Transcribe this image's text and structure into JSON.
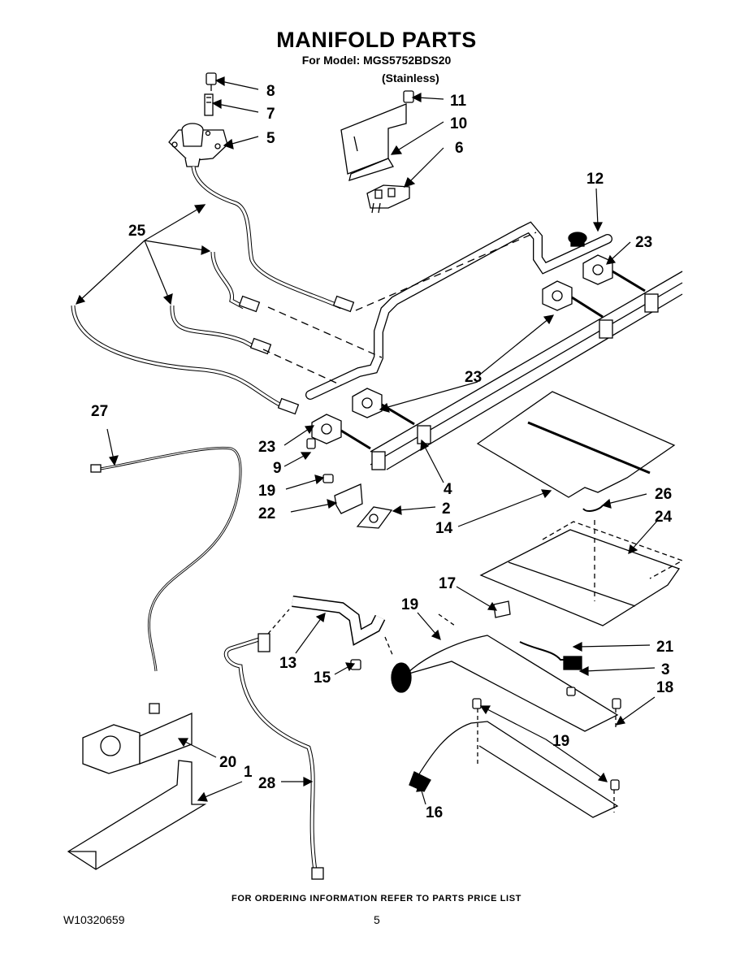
{
  "header": {
    "title": "MANIFOLD PARTS",
    "model_line": "For Model: MGS5752BDS20",
    "finish": "(Stainless)"
  },
  "footer": {
    "ordering_note": "FOR ORDERING INFORMATION REFER TO PARTS PRICE LIST",
    "document_number": "W10320659",
    "page_number": "5"
  },
  "callouts": [
    "8",
    "7",
    "5",
    "11",
    "10",
    "6",
    "12",
    "23",
    "25",
    "23",
    "27",
    "23",
    "9",
    "19",
    "22",
    "4",
    "2",
    "14",
    "26",
    "24",
    "17",
    "19",
    "13",
    "15",
    "21",
    "3",
    "18",
    "20",
    "19",
    "1",
    "28",
    "16"
  ]
}
